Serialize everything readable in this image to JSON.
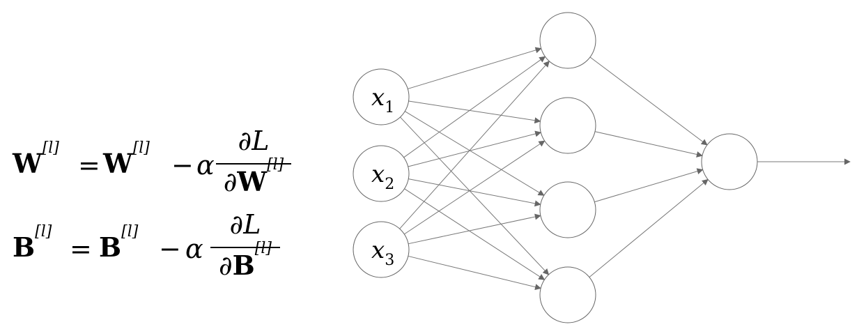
{
  "equations": [
    {
      "lhs_symbol": "W",
      "sup": "[l]",
      "equals": "=",
      "rhs_symbol": "W",
      "rhs_sup": "[l]",
      "minus": "−",
      "alpha": "α",
      "numerator": "∂L",
      "denominator_prefix": "∂",
      "denominator_symbol": "W",
      "denominator_sup": "[l]"
    },
    {
      "lhs_symbol": "B",
      "sup": "[l]",
      "equals": "=",
      "rhs_symbol": "B",
      "rhs_sup": "[l]",
      "minus": "−",
      "alpha": "α",
      "numerator": "∂L",
      "denominator_prefix": "∂",
      "denominator_symbol": "B",
      "denominator_sup": "[l]"
    }
  ],
  "network": {
    "inputs": [
      {
        "var": "x",
        "sub": "1"
      },
      {
        "var": "x",
        "sub": "2"
      },
      {
        "var": "x",
        "sub": "3"
      }
    ],
    "hidden_count": 4,
    "output_count": 1,
    "stroke_color": "#777777",
    "node_stroke_color": "#666666"
  }
}
